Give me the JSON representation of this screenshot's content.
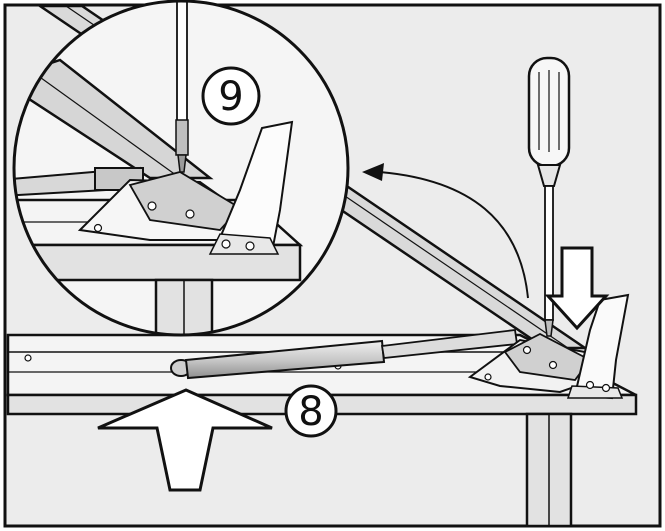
{
  "figure": {
    "step_labels": [
      {
        "id": "step-9",
        "text": "9"
      },
      {
        "id": "step-8",
        "text": "8"
      }
    ],
    "colors": {
      "background": "#ececec",
      "line": "#111111",
      "metal": "#d6d6d6",
      "paper": "#ffffff"
    },
    "icons": [
      "screwdriver-icon",
      "down-arrow-icon",
      "up-arrow-icon",
      "curved-arrow-icon",
      "hinge-icon",
      "gas-strut-icon"
    ]
  }
}
